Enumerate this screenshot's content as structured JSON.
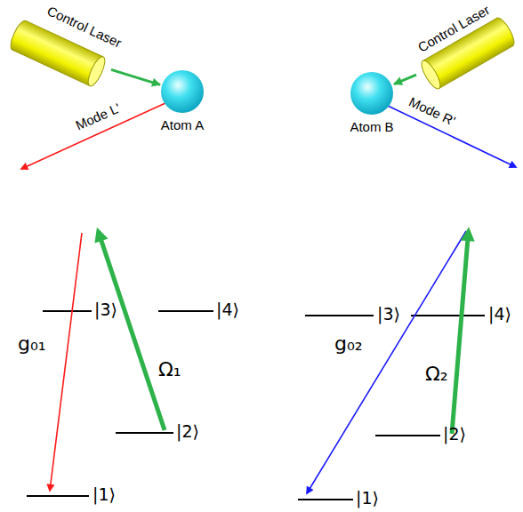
{
  "diagram": {
    "nodes": [
      {
        "text": [
          "Control Laser"
        ]
      },
      {
        "text": [
          "Control Laser"
        ]
      },
      {
        "text": [
          "Atom A"
        ]
      },
      {
        "text": [
          "Atom B"
        ]
      }
    ],
    "edges": [
      {
        "from": 0,
        "to": 2,
        "arrow": "to"
      },
      {
        "from": 1,
        "to": 3,
        "arrow": "to"
      }
    ],
    "labels": [
      "Mode L'",
      "Mode R'",
      "|3⟩",
      "|4⟩",
      "|2⟩",
      "g₀₁",
      "Ω₁",
      "|1⟩",
      "|3⟩",
      "|4⟩",
      "|2⟩",
      "g₀₂",
      "Ω₂",
      "|1⟩"
    ]
  }
}
